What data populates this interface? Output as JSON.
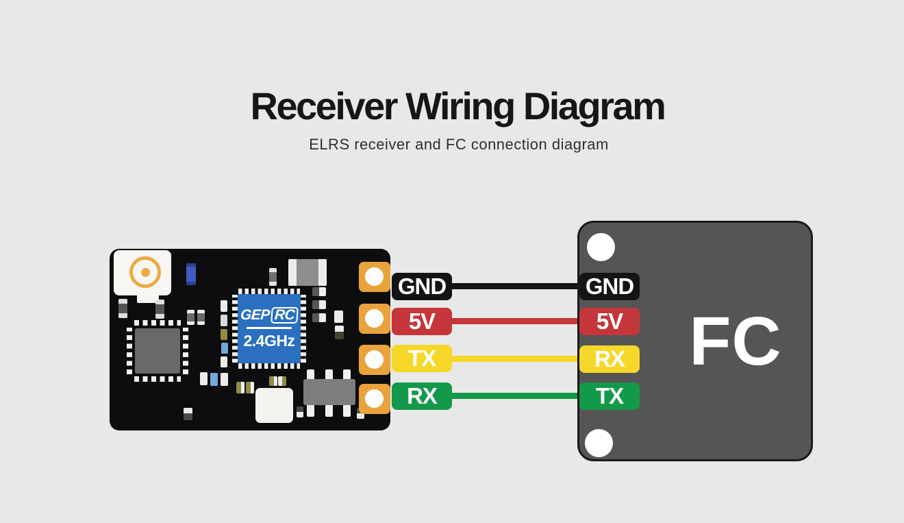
{
  "title": "Receiver Wiring Diagram",
  "subtitle": "ELRS receiver and FC connection diagram",
  "receiver": {
    "chip": {
      "brand_prefix": "GEP",
      "brand_suffix": "RC",
      "frequency": "2.4GHz"
    },
    "pins": [
      {
        "label": "GND",
        "color": "#141414"
      },
      {
        "label": "5V",
        "color": "#c5363b"
      },
      {
        "label": "TX",
        "color": "#f5d829"
      },
      {
        "label": "RX",
        "color": "#13994a"
      }
    ]
  },
  "fc": {
    "label": "FC",
    "pins": [
      {
        "label": "GND",
        "color": "#141414"
      },
      {
        "label": "5V",
        "color": "#c5363b"
      },
      {
        "label": "RX",
        "color": "#f5d829"
      },
      {
        "label": "TX",
        "color": "#13994a"
      }
    ]
  },
  "connections": [
    {
      "receiver_pin": "GND",
      "fc_pin": "GND",
      "color": "#141414"
    },
    {
      "receiver_pin": "5V",
      "fc_pin": "5V",
      "color": "#c5363b"
    },
    {
      "receiver_pin": "TX",
      "fc_pin": "RX",
      "color": "#f5d829"
    },
    {
      "receiver_pin": "RX",
      "fc_pin": "TX",
      "color": "#13994a"
    }
  ],
  "colors": {
    "background": "#e9e8e8",
    "pcb_black": "#0d0d0f",
    "pad_gold": "#e8a33c",
    "chip_blue": "#2b6fc0",
    "fc_gray": "#575454",
    "wire_black": "#141414",
    "wire_red": "#c5363b",
    "wire_yellow": "#f5d829",
    "wire_green": "#13994a"
  }
}
